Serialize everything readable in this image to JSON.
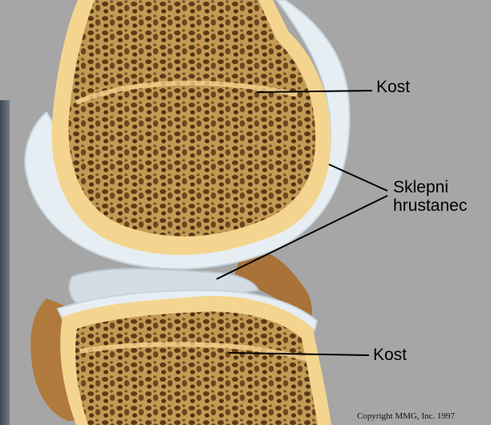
{
  "labels": {
    "bone_top": "Kost",
    "cartilage_line1": "Sklepni",
    "cartilage_line2": "hrustanec",
    "bone_bottom": "Kost"
  },
  "copyright": "Copyright MMG, Inc. 1997",
  "colors": {
    "background": "#a6a6a6",
    "bone_cortex": "#f4d58f",
    "bone_spongy": "#c39a55",
    "bone_pore": "#5b3a16",
    "cartilage": "#e7eef3",
    "meniscus": "#d3dde3",
    "soft_tissue": "#b07a3c",
    "leader_line": "#000000",
    "left_strip": "#5f6b74"
  }
}
